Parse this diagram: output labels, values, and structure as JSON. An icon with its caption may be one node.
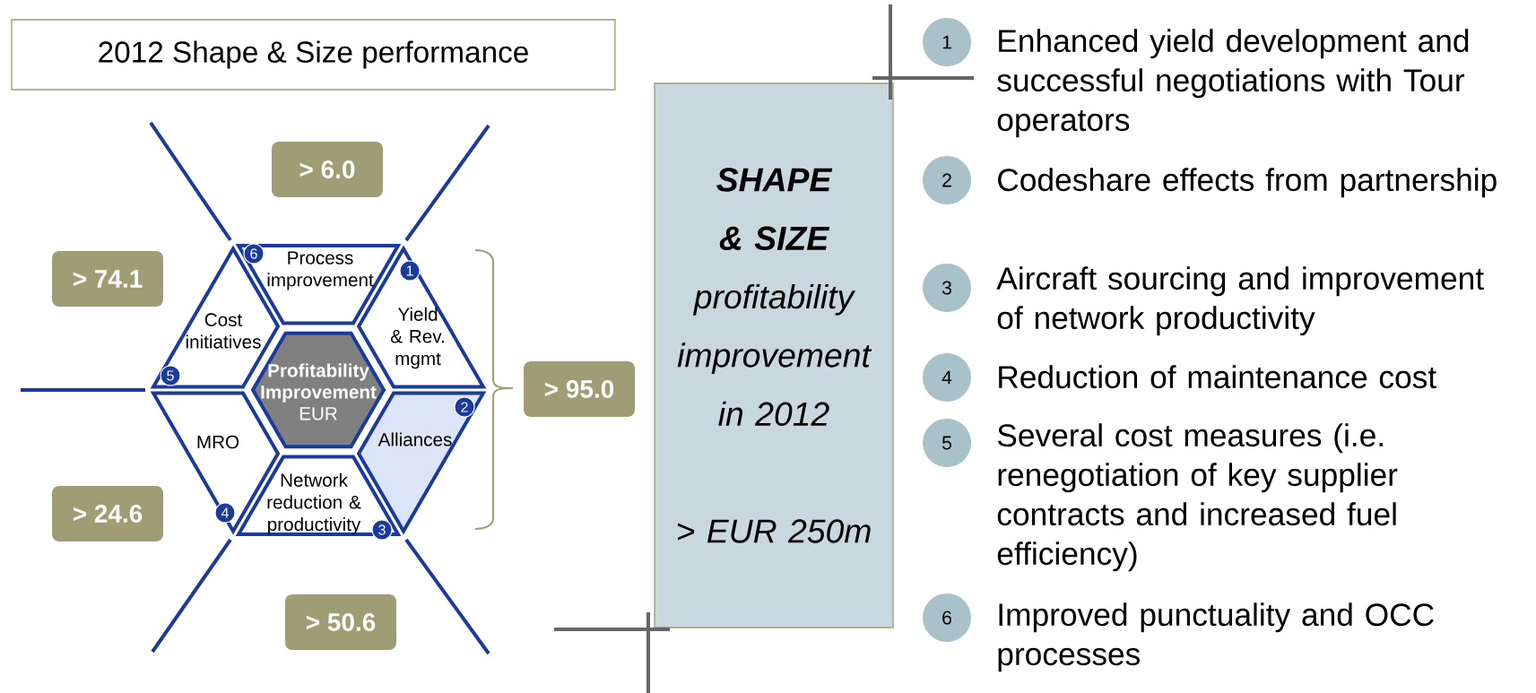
{
  "diagram": {
    "nodes": [
      {
        "text": [
          "2012 Shape & Size performance"
        ]
      },
      {
        "text": [
          "> 6.0"
        ]
      },
      {
        "text": [
          "> 74.1"
        ]
      },
      {
        "text": [
          "6",
          "Process improvement"
        ]
      },
      {
        "text": [
          "Cost initiatives",
          "5"
        ]
      },
      {
        "text": [
          "1",
          "Yield & Rev. mgmt"
        ]
      },
      {
        "text": [
          "Profitability Improvement",
          "EUR"
        ]
      },
      {
        "text": [
          "> 95.0"
        ]
      },
      {
        "text": [
          "MRO",
          "4"
        ]
      },
      {
        "text": [
          "2",
          "Alliances"
        ]
      },
      {
        "text": [
          "Network reduction & productivity",
          "3"
        ]
      },
      {
        "text": [
          "> 24.6"
        ]
      },
      {
        "text": [
          "> 50.6"
        ]
      },
      {
        "text": [
          "SHAPE & SIZE",
          "profitability improvement in 2012",
          "> EUR 250m"
        ]
      },
      {
        "text": [
          "1"
        ],
        "beside": [
          "Enhanced yield development and successful negotiations with Tour operators"
        ]
      },
      {
        "text": [
          "2"
        ],
        "beside": [
          "Codeshare effects from partnership"
        ]
      },
      {
        "text": [
          "3"
        ],
        "beside": [
          "Aircraft sourcing and improvement of network productivity"
        ]
      },
      {
        "text": [
          "4"
        ],
        "beside": [
          "Reduction of maintenance cost"
        ]
      },
      {
        "text": [
          "5"
        ],
        "beside": [
          "Several cost measures (i.e. renegotiation of key supplier contracts and increased fuel efficiency)"
        ]
      },
      {
        "text": [
          "6"
        ],
        "beside": [
          "Improved punctuality and OCC processes"
        ]
      }
    ]
  }
}
